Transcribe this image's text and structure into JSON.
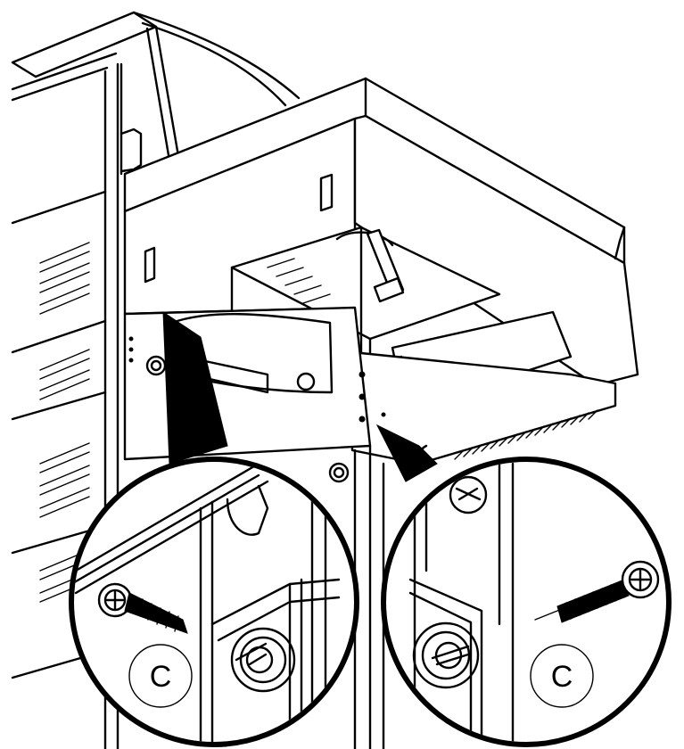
{
  "callouts": [
    {
      "id": "left",
      "label": "C"
    },
    {
      "id": "right",
      "label": "C"
    }
  ]
}
